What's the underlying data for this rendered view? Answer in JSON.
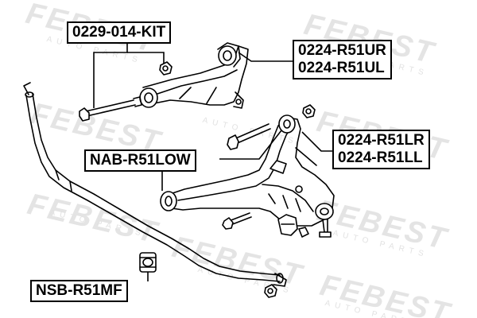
{
  "watermark": {
    "brand": "FEBEST",
    "tagline": "AUTO PARTS"
  },
  "labels": {
    "kit": "0229-014-KIT",
    "upper_arm": [
      "0224-R51UR",
      "0224-R51UL"
    ],
    "lower_arm": [
      "0224-R51LR",
      "0224-R51LL"
    ],
    "arm_bushing": "NAB-R51LOW",
    "stabilizer_bushing": "NSB-R51MF"
  }
}
